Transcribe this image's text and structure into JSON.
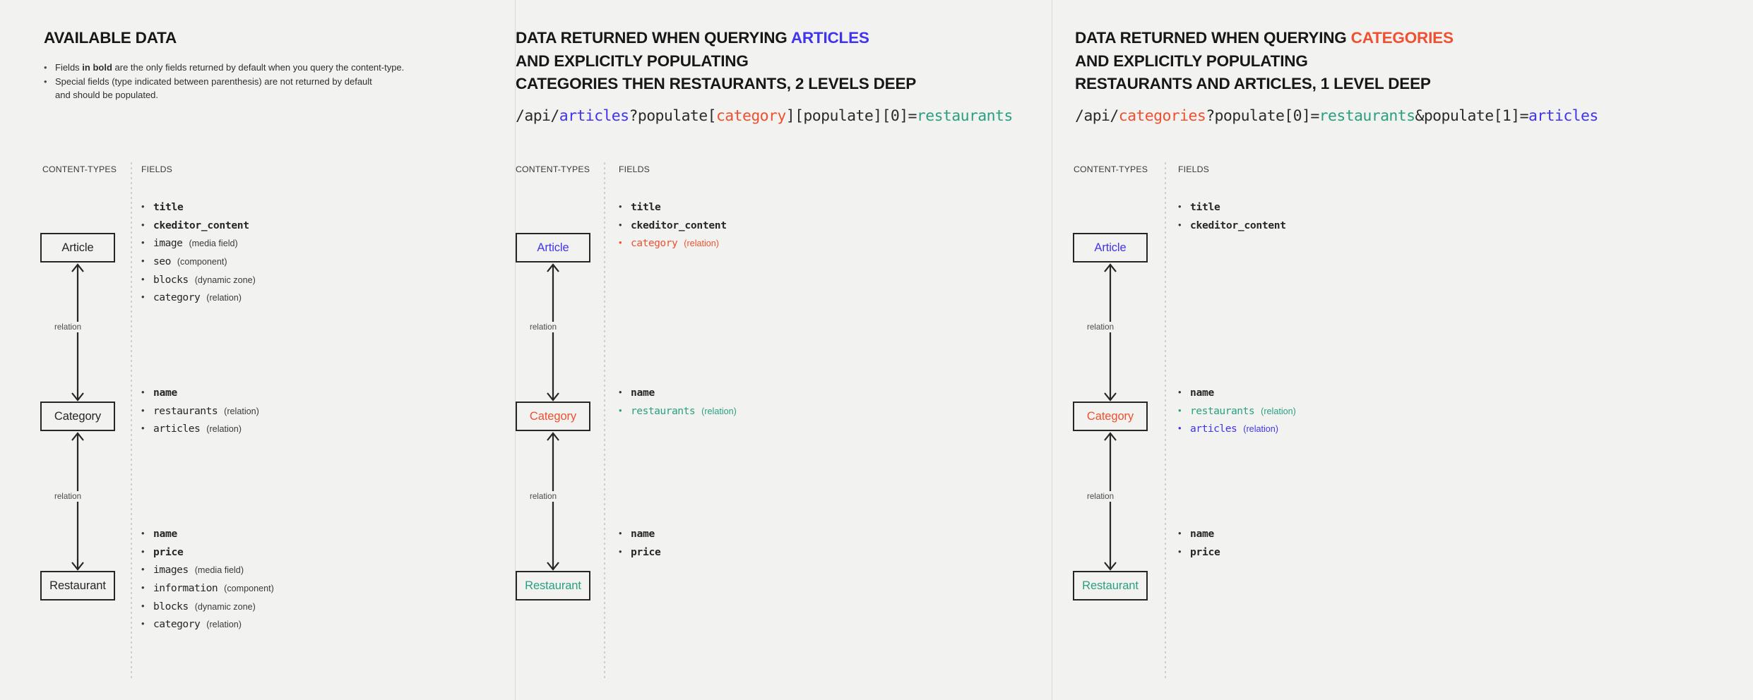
{
  "colors": {
    "blue": "#4034f0",
    "red": "#f0502f",
    "green": "#2aa080",
    "ink": "#262626",
    "background": "#f2f2f1"
  },
  "labels": {
    "content_types": "CONTENT-TYPES",
    "fields": "FIELDS",
    "relation": "relation"
  },
  "panels": [
    {
      "heading": {
        "prefix": "AVAILABLE DATA",
        "accent": "",
        "accent_color": "",
        "lines": []
      },
      "intro": [
        {
          "lead": "Fields ",
          "bold": "in bold",
          "tail": " are the only fields returned by default when you query the content-type."
        },
        {
          "lead": "Special fields (type indicated between parenthesis) are not returned by default",
          "bold": "",
          "tail": ""
        },
        {
          "lead": "and should be populated.",
          "bold": "",
          "tail": "",
          "continuation": true
        }
      ],
      "url": null,
      "nodes": [
        {
          "label": "Article",
          "color": ""
        },
        {
          "label": "Category",
          "color": ""
        },
        {
          "label": "Restaurant",
          "color": ""
        }
      ],
      "field_groups": [
        {
          "for": "Article",
          "rows": [
            {
              "name": "title",
              "type": "",
              "bold": true,
              "color": ""
            },
            {
              "name": "ckeditor_content",
              "type": "",
              "bold": true,
              "color": ""
            },
            {
              "name": "image",
              "type": "(media field)",
              "bold": false,
              "color": ""
            },
            {
              "name": "seo",
              "type": "(component)",
              "bold": false,
              "color": ""
            },
            {
              "name": "blocks",
              "type": "(dynamic zone)",
              "bold": false,
              "color": ""
            },
            {
              "name": "category",
              "type": "(relation)",
              "bold": false,
              "color": ""
            }
          ]
        },
        {
          "for": "Category",
          "rows": [
            {
              "name": "name",
              "type": "",
              "bold": true,
              "color": ""
            },
            {
              "name": "restaurants",
              "type": "(relation)",
              "bold": false,
              "color": ""
            },
            {
              "name": "articles",
              "type": "(relation)",
              "bold": false,
              "color": ""
            }
          ]
        },
        {
          "for": "Restaurant",
          "rows": [
            {
              "name": "name",
              "type": "",
              "bold": true,
              "color": ""
            },
            {
              "name": "price",
              "type": "",
              "bold": true,
              "color": ""
            },
            {
              "name": "images",
              "type": "(media field)",
              "bold": false,
              "color": ""
            },
            {
              "name": "information",
              "type": "(component)",
              "bold": false,
              "color": ""
            },
            {
              "name": "blocks",
              "type": "(dynamic zone)",
              "bold": false,
              "color": ""
            },
            {
              "name": "category",
              "type": "(relation)",
              "bold": false,
              "color": ""
            }
          ]
        }
      ]
    },
    {
      "heading": {
        "line1_prefix": "DATA RETURNED WHEN QUERYING ",
        "accent": "ARTICLES",
        "accent_color": "blue",
        "line2": "AND EXPLICITLY POPULATING",
        "line3": "CATEGORIES THEN RESTAURANTS, 2 LEVELS DEEP"
      },
      "url": [
        {
          "t": "/api/",
          "c": ""
        },
        {
          "t": "articles",
          "c": "blue"
        },
        {
          "t": "?populate[",
          "c": ""
        },
        {
          "t": "category",
          "c": "red"
        },
        {
          "t": "][populate][0]=",
          "c": ""
        },
        {
          "t": "restaurants",
          "c": "green"
        }
      ],
      "nodes": [
        {
          "label": "Article",
          "color": "blue"
        },
        {
          "label": "Category",
          "color": "red"
        },
        {
          "label": "Restaurant",
          "color": "green"
        }
      ],
      "field_groups": [
        {
          "for": "Article",
          "rows": [
            {
              "name": "title",
              "type": "",
              "bold": true,
              "color": ""
            },
            {
              "name": "ckeditor_content",
              "type": "",
              "bold": true,
              "color": ""
            },
            {
              "name": "category",
              "type": "(relation)",
              "bold": false,
              "color": "red"
            }
          ]
        },
        {
          "for": "Category",
          "rows": [
            {
              "name": "name",
              "type": "",
              "bold": true,
              "color": ""
            },
            {
              "name": "restaurants",
              "type": "(relation)",
              "bold": false,
              "color": "green"
            }
          ]
        },
        {
          "for": "Restaurant",
          "rows": [
            {
              "name": "name",
              "type": "",
              "bold": true,
              "color": ""
            },
            {
              "name": "price",
              "type": "",
              "bold": true,
              "color": ""
            }
          ]
        }
      ]
    },
    {
      "heading": {
        "line1_prefix": "DATA RETURNED WHEN QUERYING ",
        "accent": "CATEGORIES",
        "accent_color": "red",
        "line2": "AND EXPLICITLY POPULATING",
        "line3": "RESTAURANTS AND ARTICLES, 1 LEVEL DEEP"
      },
      "url": [
        {
          "t": "/api/",
          "c": ""
        },
        {
          "t": "categories",
          "c": "red"
        },
        {
          "t": "?populate[0]=",
          "c": ""
        },
        {
          "t": "restaurants",
          "c": "green"
        },
        {
          "t": "&populate[1]=",
          "c": ""
        },
        {
          "t": "articles",
          "c": "blue"
        }
      ],
      "nodes": [
        {
          "label": "Article",
          "color": "blue"
        },
        {
          "label": "Category",
          "color": "red"
        },
        {
          "label": "Restaurant",
          "color": "green"
        }
      ],
      "field_groups": [
        {
          "for": "Article",
          "rows": [
            {
              "name": "title",
              "type": "",
              "bold": true,
              "color": ""
            },
            {
              "name": "ckeditor_content",
              "type": "",
              "bold": true,
              "color": ""
            }
          ]
        },
        {
          "for": "Category",
          "rows": [
            {
              "name": "name",
              "type": "",
              "bold": true,
              "color": ""
            },
            {
              "name": "restaurants",
              "type": "(relation)",
              "bold": false,
              "color": "green"
            },
            {
              "name": "articles",
              "type": "(relation)",
              "bold": false,
              "color": "blue"
            }
          ]
        },
        {
          "for": "Restaurant",
          "rows": [
            {
              "name": "name",
              "type": "",
              "bold": true,
              "color": ""
            },
            {
              "name": "price",
              "type": "",
              "bold": true,
              "color": ""
            }
          ]
        }
      ]
    }
  ]
}
